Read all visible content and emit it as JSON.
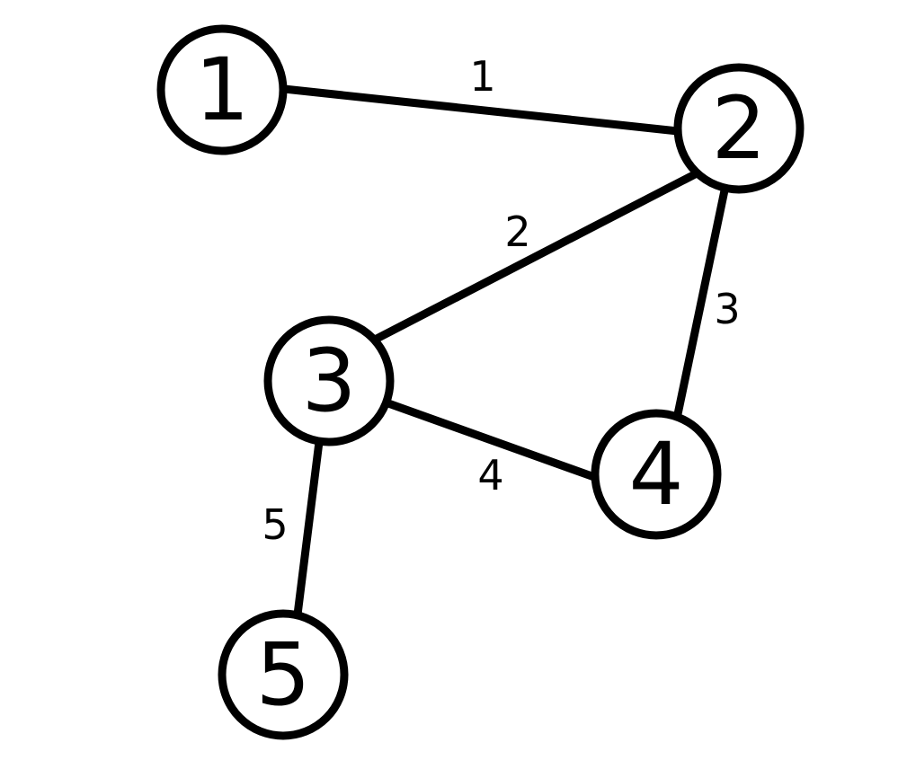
{
  "graph": {
    "nodes": [
      {
        "id": "1",
        "label": "1"
      },
      {
        "id": "2",
        "label": "2"
      },
      {
        "id": "3",
        "label": "3"
      },
      {
        "id": "4",
        "label": "4"
      },
      {
        "id": "5",
        "label": "5"
      }
    ],
    "edges": [
      {
        "from": "1",
        "to": "2",
        "label": "1"
      },
      {
        "from": "2",
        "to": "3",
        "label": "2"
      },
      {
        "from": "2",
        "to": "4",
        "label": "3"
      },
      {
        "from": "3",
        "to": "4",
        "label": "4"
      },
      {
        "from": "3",
        "to": "5",
        "label": "5"
      }
    ]
  },
  "colors": {
    "stroke": "#000000",
    "fill": "#ffffff"
  }
}
